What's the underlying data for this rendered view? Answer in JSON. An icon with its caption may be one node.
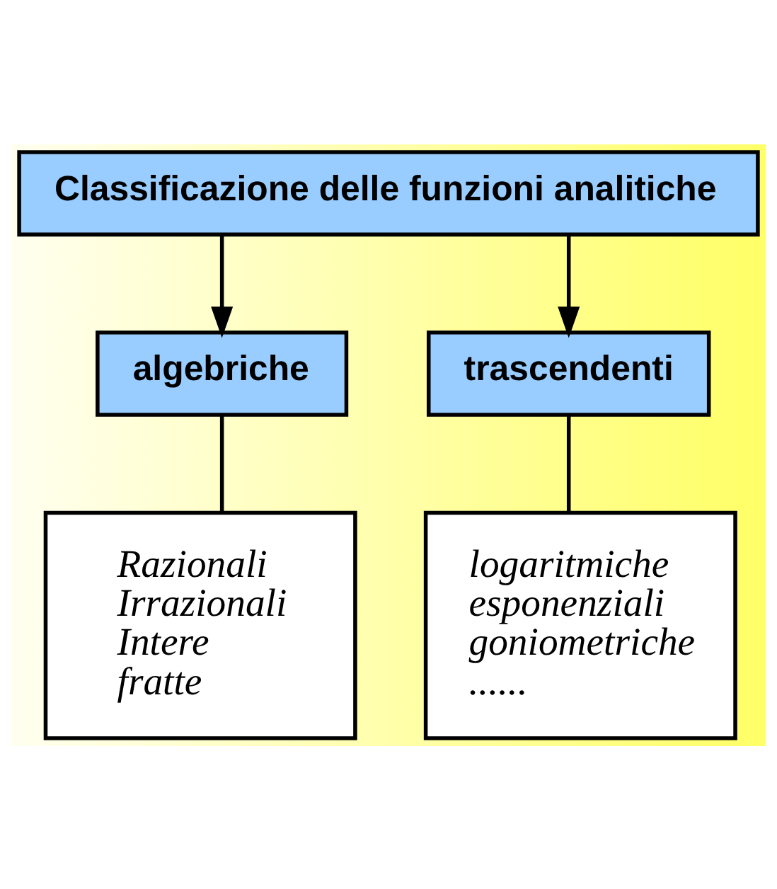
{
  "diagram": {
    "nodes": [
      {
        "text": [
          "Classificazione delle funzioni analitiche"
        ]
      },
      {
        "text": [
          "algebriche"
        ]
      },
      {
        "text": [
          "trascendenti"
        ]
      },
      {
        "text": [
          "Razionali",
          "Irrazionali",
          "Intere",
          "fratte"
        ]
      },
      {
        "text": [
          "logaritmiche",
          "esponenziali",
          "goniometriche",
          "......"
        ]
      }
    ],
    "edges": [
      {
        "from": 0,
        "to": 1,
        "arrow": "to"
      },
      {
        "from": 0,
        "to": 2,
        "arrow": "to"
      },
      {
        "from": 1,
        "to": 3,
        "arrow": "none"
      },
      {
        "from": 2,
        "to": 4,
        "arrow": "none"
      }
    ]
  }
}
